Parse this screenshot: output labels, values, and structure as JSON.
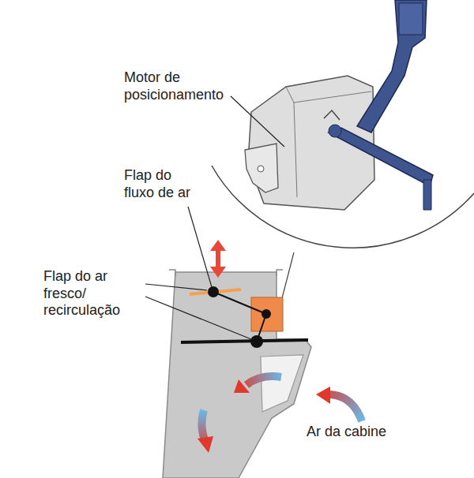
{
  "diagram": {
    "labels": [
      "Motor de posicionamento",
      "Flap do fluxo de ar",
      "Flap do ar fresco/ recirculação",
      "Ar da cabine"
    ]
  }
}
